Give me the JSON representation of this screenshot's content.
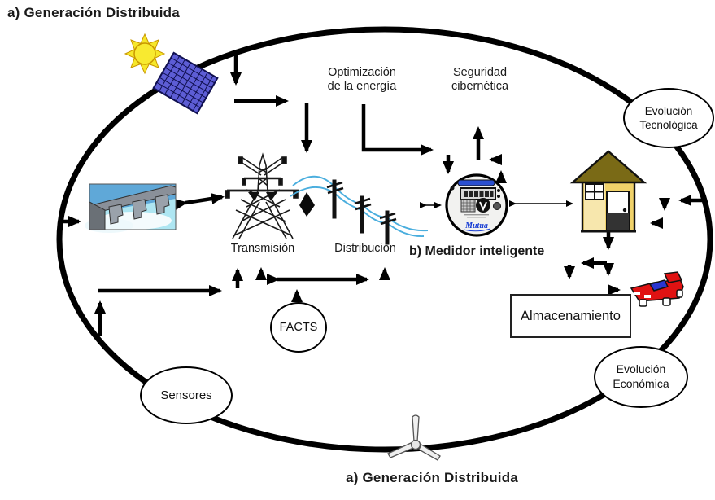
{
  "titles": {
    "top": "a) Generación Distribuida",
    "bottom": "a) Generación Distribuida"
  },
  "labels": {
    "optimizacion_1": "Optimización",
    "optimizacion_2": "de la energía",
    "seguridad_1": "Seguridad",
    "seguridad_2": "cibernética",
    "transmision": "Transmisión",
    "distribucion": "Distribución",
    "medidor": "b) Medidor inteligente",
    "almacenamiento": "Almacenamiento",
    "facts": "FACTS",
    "sensores": "Sensores",
    "evo_tec_1": "Evolución",
    "evo_tec_2": "Tecnológica",
    "evo_eco_1": "Evolución",
    "evo_eco_2": "Económica"
  },
  "meter": {
    "brand": "Mutua"
  },
  "icons": [
    "sun-icon",
    "solar-panel-icon",
    "hydro-dam-icon",
    "transmission-tower-icon",
    "distribution-lines-icon",
    "kite-diamond-icon",
    "smart-meter-icon",
    "house-icon",
    "electric-car-icon",
    "wind-turbine-icon"
  ],
  "colors": {
    "outline": "#000000",
    "solar_panel": "#5d5dd5",
    "wire_blue": "#4aaede",
    "meter_display_bar": "#2a4fd0",
    "meter_brand_blue": "#1a3fd4",
    "house_body": "#f0d26a",
    "house_roof": "#7a6a16",
    "car_red": "#e01212",
    "car_window": "#2a35d0"
  }
}
